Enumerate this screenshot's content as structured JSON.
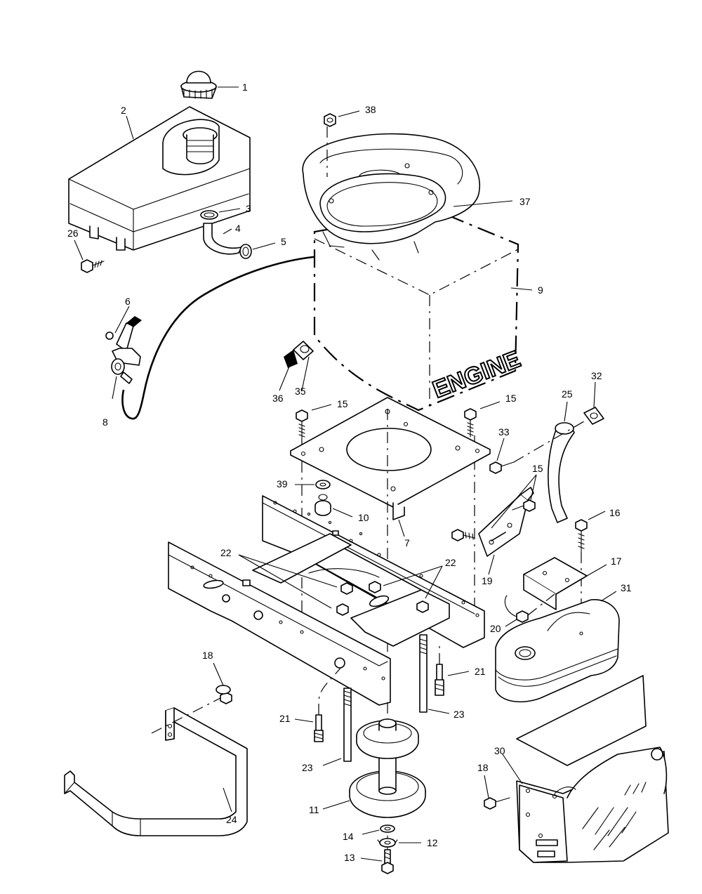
{
  "engine_label": "ENGINE",
  "callouts": {
    "c1": "1",
    "c2": "2",
    "c3": "3",
    "c4": "4",
    "c5": "5",
    "c6": "6",
    "c7": "7",
    "c8": "8",
    "c9": "9",
    "c10": "10",
    "c11": "11",
    "c12": "12",
    "c13": "13",
    "c14": "14",
    "c15a": "15",
    "c15b": "15",
    "c15c": "15",
    "c16": "16",
    "c17": "17",
    "c18a": "18",
    "c18b": "18",
    "c19": "19",
    "c20": "20",
    "c21a": "21",
    "c21b": "21",
    "c22a": "22",
    "c22b": "22",
    "c23a": "23",
    "c23b": "23",
    "c24": "24",
    "c25": "25",
    "c26": "26",
    "c30": "30",
    "c31": "31",
    "c32": "32",
    "c33": "33",
    "c35": "35",
    "c36": "36",
    "c37": "37",
    "c38": "38",
    "c39": "39"
  }
}
